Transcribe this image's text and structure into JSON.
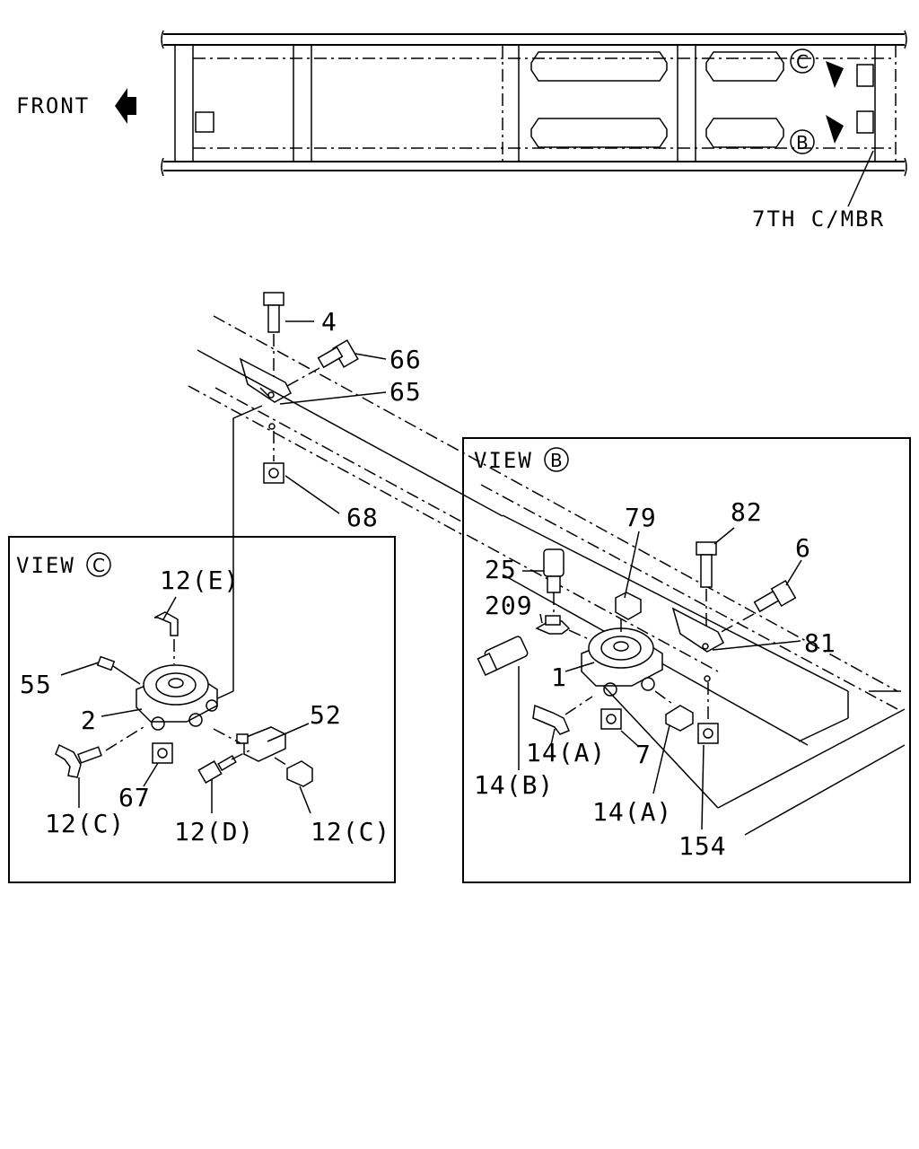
{
  "top_view": {
    "front_label": "FRONT",
    "marker_b": "B",
    "marker_c": "C",
    "member_label": "7TH C/MBR"
  },
  "main_callouts": {
    "p4": "4",
    "p66": "66",
    "p65": "65",
    "p68": "68"
  },
  "view_c": {
    "title": "VIEW",
    "marker": "C",
    "callouts": {
      "p12e": "12(E)",
      "p55": "55",
      "p2": "2",
      "p52": "52",
      "p12c_left": "12(C)",
      "p67": "67",
      "p12d": "12(D)",
      "p12c_right": "12(C)"
    }
  },
  "view_b": {
    "title": "VIEW",
    "marker": "B",
    "callouts": {
      "p79": "79",
      "p82": "82",
      "p25": "25",
      "p6": "6",
      "p209": "209",
      "p81": "81",
      "p1": "1",
      "p14a_1": "14(A)",
      "p7": "7",
      "p14b": "14(B)",
      "p14a_2": "14(A)",
      "p154": "154"
    }
  }
}
